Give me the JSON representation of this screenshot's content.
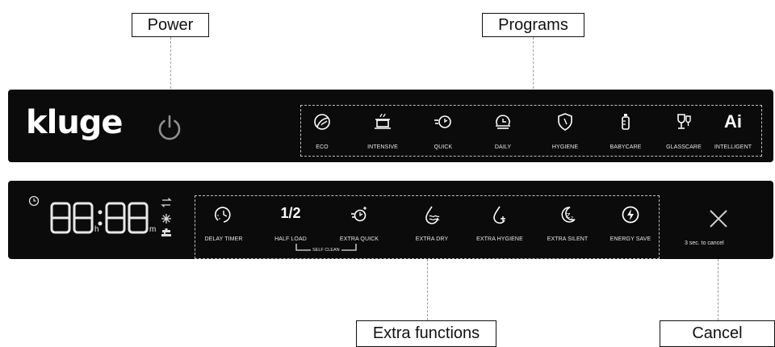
{
  "callouts": {
    "power": "Power",
    "programs": "Programs",
    "extra_functions": "Extra functions",
    "cancel": "Cancel"
  },
  "top_panel": {
    "brand": "kluge",
    "programs": [
      {
        "label": "ECO",
        "icon": "eco-leaf-icon"
      },
      {
        "label": "INTENSIVE",
        "icon": "pot-icon"
      },
      {
        "label": "QUICK",
        "icon": "quick-clock-icon"
      },
      {
        "label": "DAILY",
        "icon": "daily-dish-icon"
      },
      {
        "label": "HYGIENE",
        "icon": "shield-icon"
      },
      {
        "label": "BABYCARE",
        "icon": "baby-bottle-icon"
      },
      {
        "label": "GLASSCARE",
        "icon": "glass-icon"
      },
      {
        "label": "INTELLIGENT",
        "icon_text": "Ai"
      }
    ]
  },
  "bottom_panel": {
    "display": {
      "digits": "88:88",
      "hour_unit": "h",
      "minute_unit": "m"
    },
    "functions": [
      {
        "label": "DELAY TIMER",
        "icon": "delay-timer-icon"
      },
      {
        "label": "HALF LOAD",
        "icon_text": "1/2"
      },
      {
        "label": "EXTRA QUICK",
        "icon": "extra-quick-icon"
      },
      {
        "label": "EXTRA DRY",
        "icon": "extra-dry-icon"
      },
      {
        "label": "EXTRA HYGIENE",
        "icon": "extra-hygiene-icon"
      },
      {
        "label": "EXTRA SILENT",
        "icon": "extra-silent-icon"
      },
      {
        "label": "ENERGY SAVE",
        "icon": "energy-save-icon"
      }
    ],
    "self_clean": "SELF CLEAN",
    "cancel_hint": "3 sec. to cancel"
  },
  "colors": {
    "panel": "#0b0b0b",
    "icon": "#ffffff",
    "dashed": "#bfbfbf",
    "power_icon": "#8f8f8f"
  }
}
